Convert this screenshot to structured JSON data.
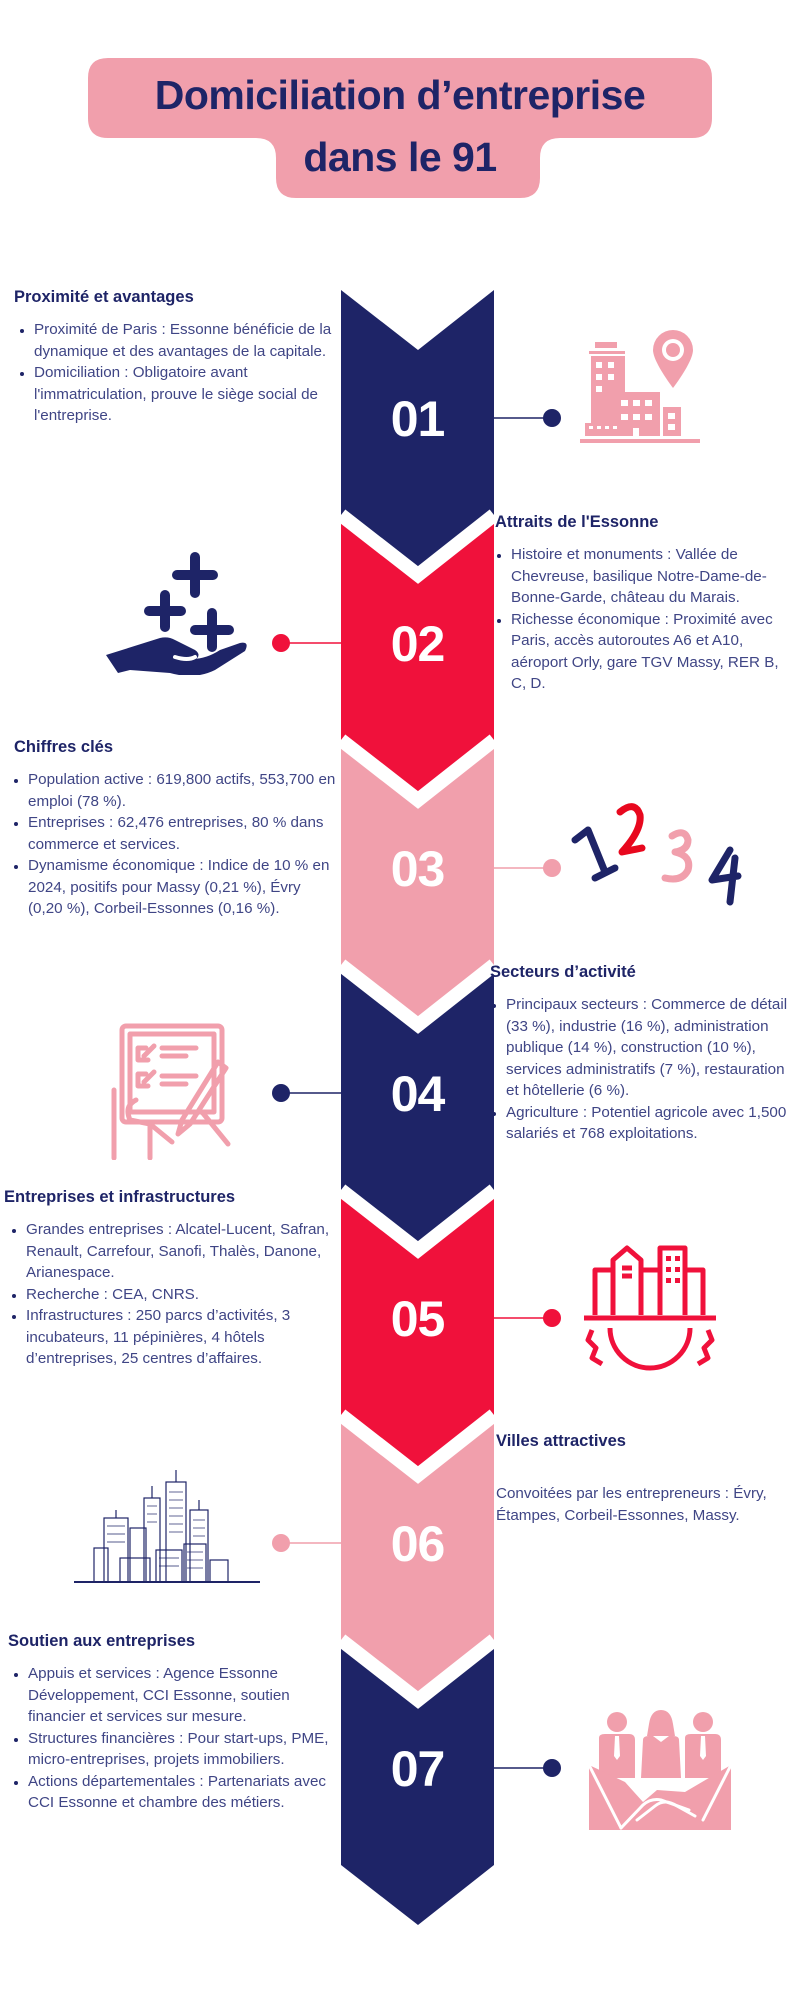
{
  "title": {
    "line1": "Domiciliation d’entreprise",
    "line2": "dans le 91",
    "bg_color": "#f19fac",
    "text_color": "#1e2467"
  },
  "colors": {
    "navy": "#1e2467",
    "red": "#f0113b",
    "pink": "#f19fac",
    "text": "#3f4585"
  },
  "steps": [
    {
      "number": "01",
      "color": "#1e2467",
      "heading": "Proximité et avantages",
      "icon": "building-location-icon",
      "items": [
        "Proximité de Paris : Essonne bénéficie de la dynamique et des avantages de la capitale.",
        "Domiciliation : Obligatoire avant l'immatriculation, prouve le siège social de l'entreprise."
      ]
    },
    {
      "number": "02",
      "color": "#f0113b",
      "heading": "Attraits de l'Essonne",
      "icon": "hand-plus-icon",
      "items": [
        "Histoire et monuments : Vallée de Chevreuse, basilique Notre-Dame-de-Bonne-Garde, château du Marais.",
        "Richesse économique : Proximité avec Paris, accès autoroutes A6 et A10, aéroport Orly, gare TGV Massy, RER B, C, D."
      ]
    },
    {
      "number": "03",
      "color": "#f19fac",
      "heading": "Chiffres clés",
      "icon": "numbers-1234-icon",
      "icon_digits": [
        "1",
        "2",
        "3",
        "4"
      ],
      "items": [
        "Population active : 619,800 actifs, 553,700 en emploi (78 %).",
        "Entreprises : 62,476 entreprises, 80 % dans commerce et services.",
        "Dynamisme économique : Indice de 10 % en 2024, positifs pour Massy (0,21 %), Évry (0,20 %), Corbeil-Essonnes (0,16 %)."
      ]
    },
    {
      "number": "04",
      "color": "#1e2467",
      "heading": "Secteurs d’activité",
      "icon": "checklist-icon",
      "items": [
        "Principaux secteurs : Commerce de détail (33 %), industrie (16 %), administration publique (14 %), construction (10 %), services administratifs (7 %), restauration et hôtellerie (6 %).",
        "Agriculture : Potentiel agricole avec 1,500 salariés et 768 exploitations."
      ]
    },
    {
      "number": "05",
      "color": "#f0113b",
      "heading": "Entreprises et infrastructures",
      "icon": "city-gear-icon",
      "items": [
        "Grandes entreprises : Alcatel-Lucent, Safran, Renault, Carrefour, Sanofi, Thalès, Danone, Arianespace.",
        "Recherche : CEA, CNRS.",
        "Infrastructures : 250 parcs d’activités, 3 incubateurs, 11 pépinières, 4 hôtels d’entreprises, 25 centres d’affaires."
      ]
    },
    {
      "number": "06",
      "color": "#f19fac",
      "heading": "Villes attractives",
      "icon": "city-skyline-icon",
      "text": "Convoitées par les entrepreneurs : Évry, Étampes, Corbeil-Essonnes, Massy."
    },
    {
      "number": "07",
      "color": "#1e2467",
      "heading": "Soutien aux entreprises",
      "icon": "handshake-team-icon",
      "items": [
        "Appuis et services : Agence Essonne Développement, CCI Essonne, soutien financier et services sur mesure.",
        "Structures financières : Pour start-ups, PME, micro-entreprises, projets immobiliers.",
        "Actions départementales : Partenariats avec CCI Essonne et chambre des métiers."
      ]
    }
  ]
}
